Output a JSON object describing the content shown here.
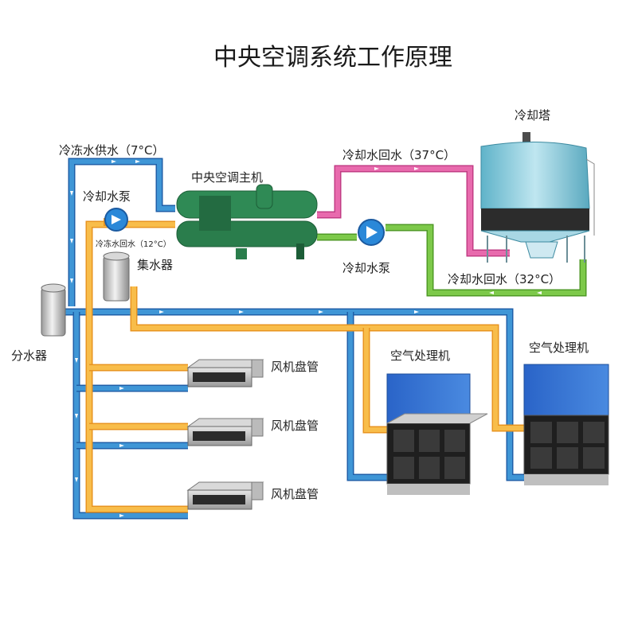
{
  "title": "中央空调系统工作原理",
  "labels": {
    "chilled_supply": "冷冻水供水（7°C）",
    "chiller": "中央空调主机",
    "cooling_pump_left": "冷却水泵",
    "chilled_return": "冷冻水回水（12°C）",
    "collector": "集水器",
    "distributor": "分水器",
    "cooling_return_37": "冷却水回水（37°C）",
    "cooling_tower": "冷却塔",
    "cooling_pump_right": "冷却水泵",
    "cooling_return_32": "冷却水回水（32°C）",
    "fcu_1": "风机盘管",
    "fcu_2": "风机盘管",
    "fcu_3": "风机盘管",
    "ahu_1": "空气处理机",
    "ahu_2": "空气处理机"
  },
  "colors": {
    "chilled_pipe": "#2f6fb3",
    "chilled_pipe_light": "#3f96d6",
    "return_pipe": "#f4a93a",
    "cooling_hot_pipe": "#d9549a",
    "cooling_cool_pipe": "#6fb43a",
    "chiller_green": "#2e8b57"
  }
}
